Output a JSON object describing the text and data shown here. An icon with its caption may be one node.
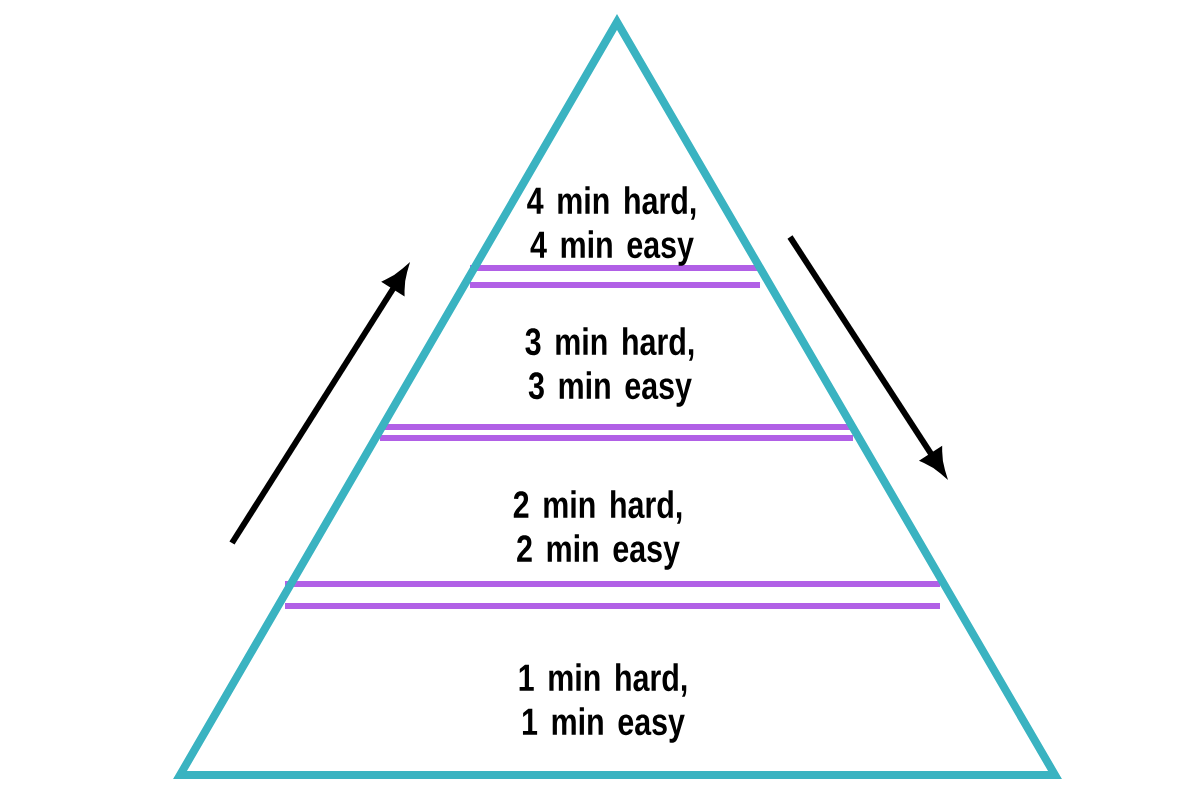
{
  "diagram": {
    "nodes": [
      {
        "text": [
          "4 min hard, 4 min easy"
        ]
      },
      {
        "text": [
          "3 min hard, 3 min easy"
        ]
      },
      {
        "text": [
          "2 min hard, 2 min easy"
        ]
      },
      {
        "text": [
          "1 min hard, 1 min easy"
        ]
      }
    ]
  }
}
